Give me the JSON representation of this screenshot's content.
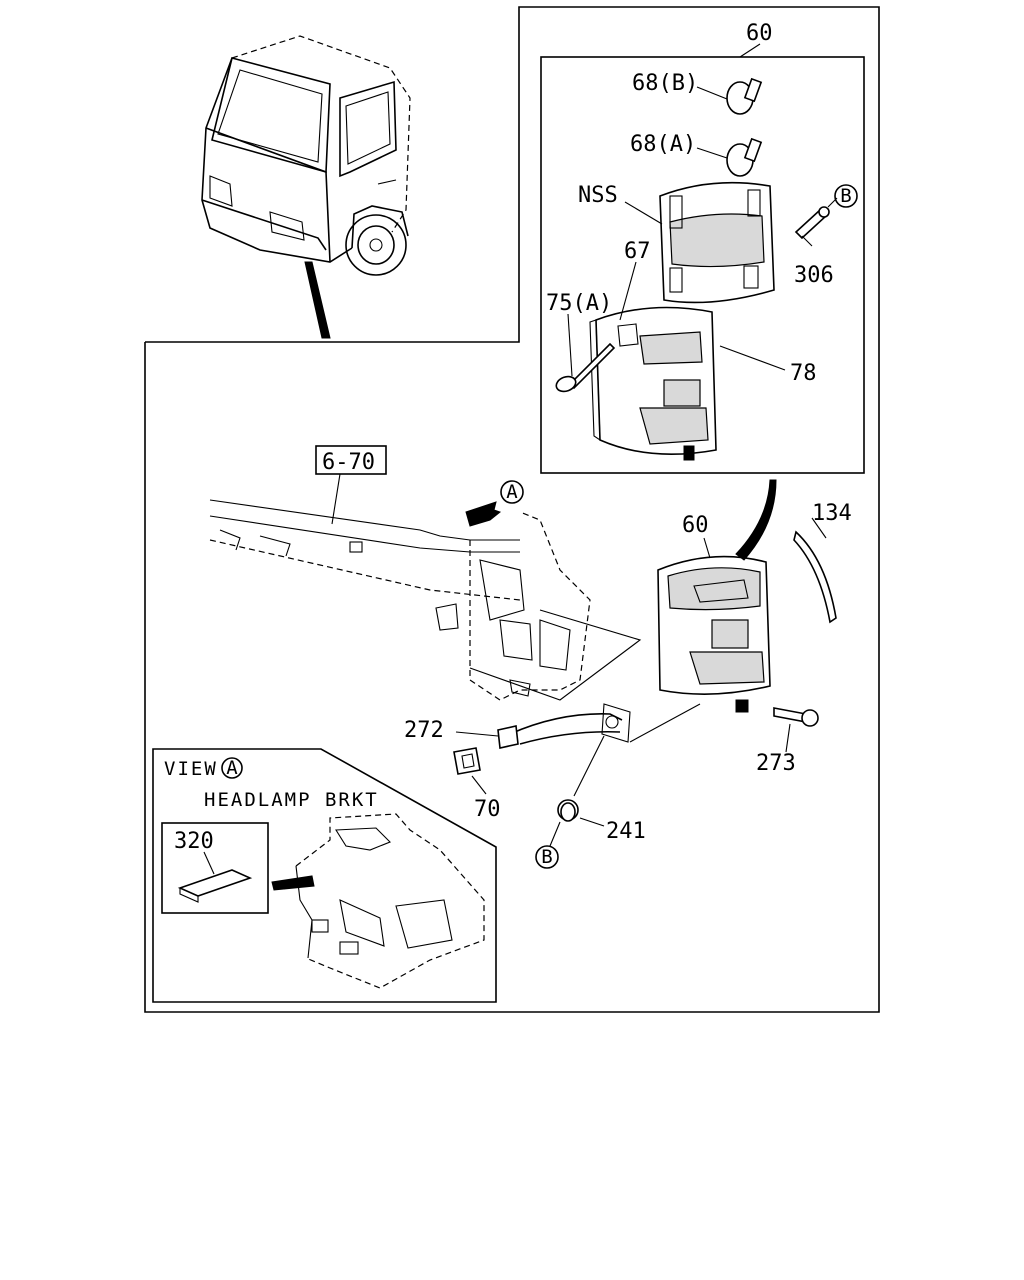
{
  "callouts": {
    "c60_top": "60",
    "c68b": "68(B)",
    "c68a": "68(A)",
    "nss": "NSS",
    "c67": "67",
    "c306": "306",
    "c75a": "75(A)",
    "c78": "78",
    "c670": "6-70",
    "c60_mid": "60",
    "c134": "134",
    "c272": "272",
    "c273": "273",
    "c70": "70",
    "c241": "241",
    "c320": "320"
  },
  "markers": {
    "b_upper": "B",
    "a_arrow": "A",
    "b_lower": "B",
    "a_view": "A"
  },
  "view": {
    "title": "VIEW",
    "headlamp": "HEADLAMP BRKT"
  }
}
